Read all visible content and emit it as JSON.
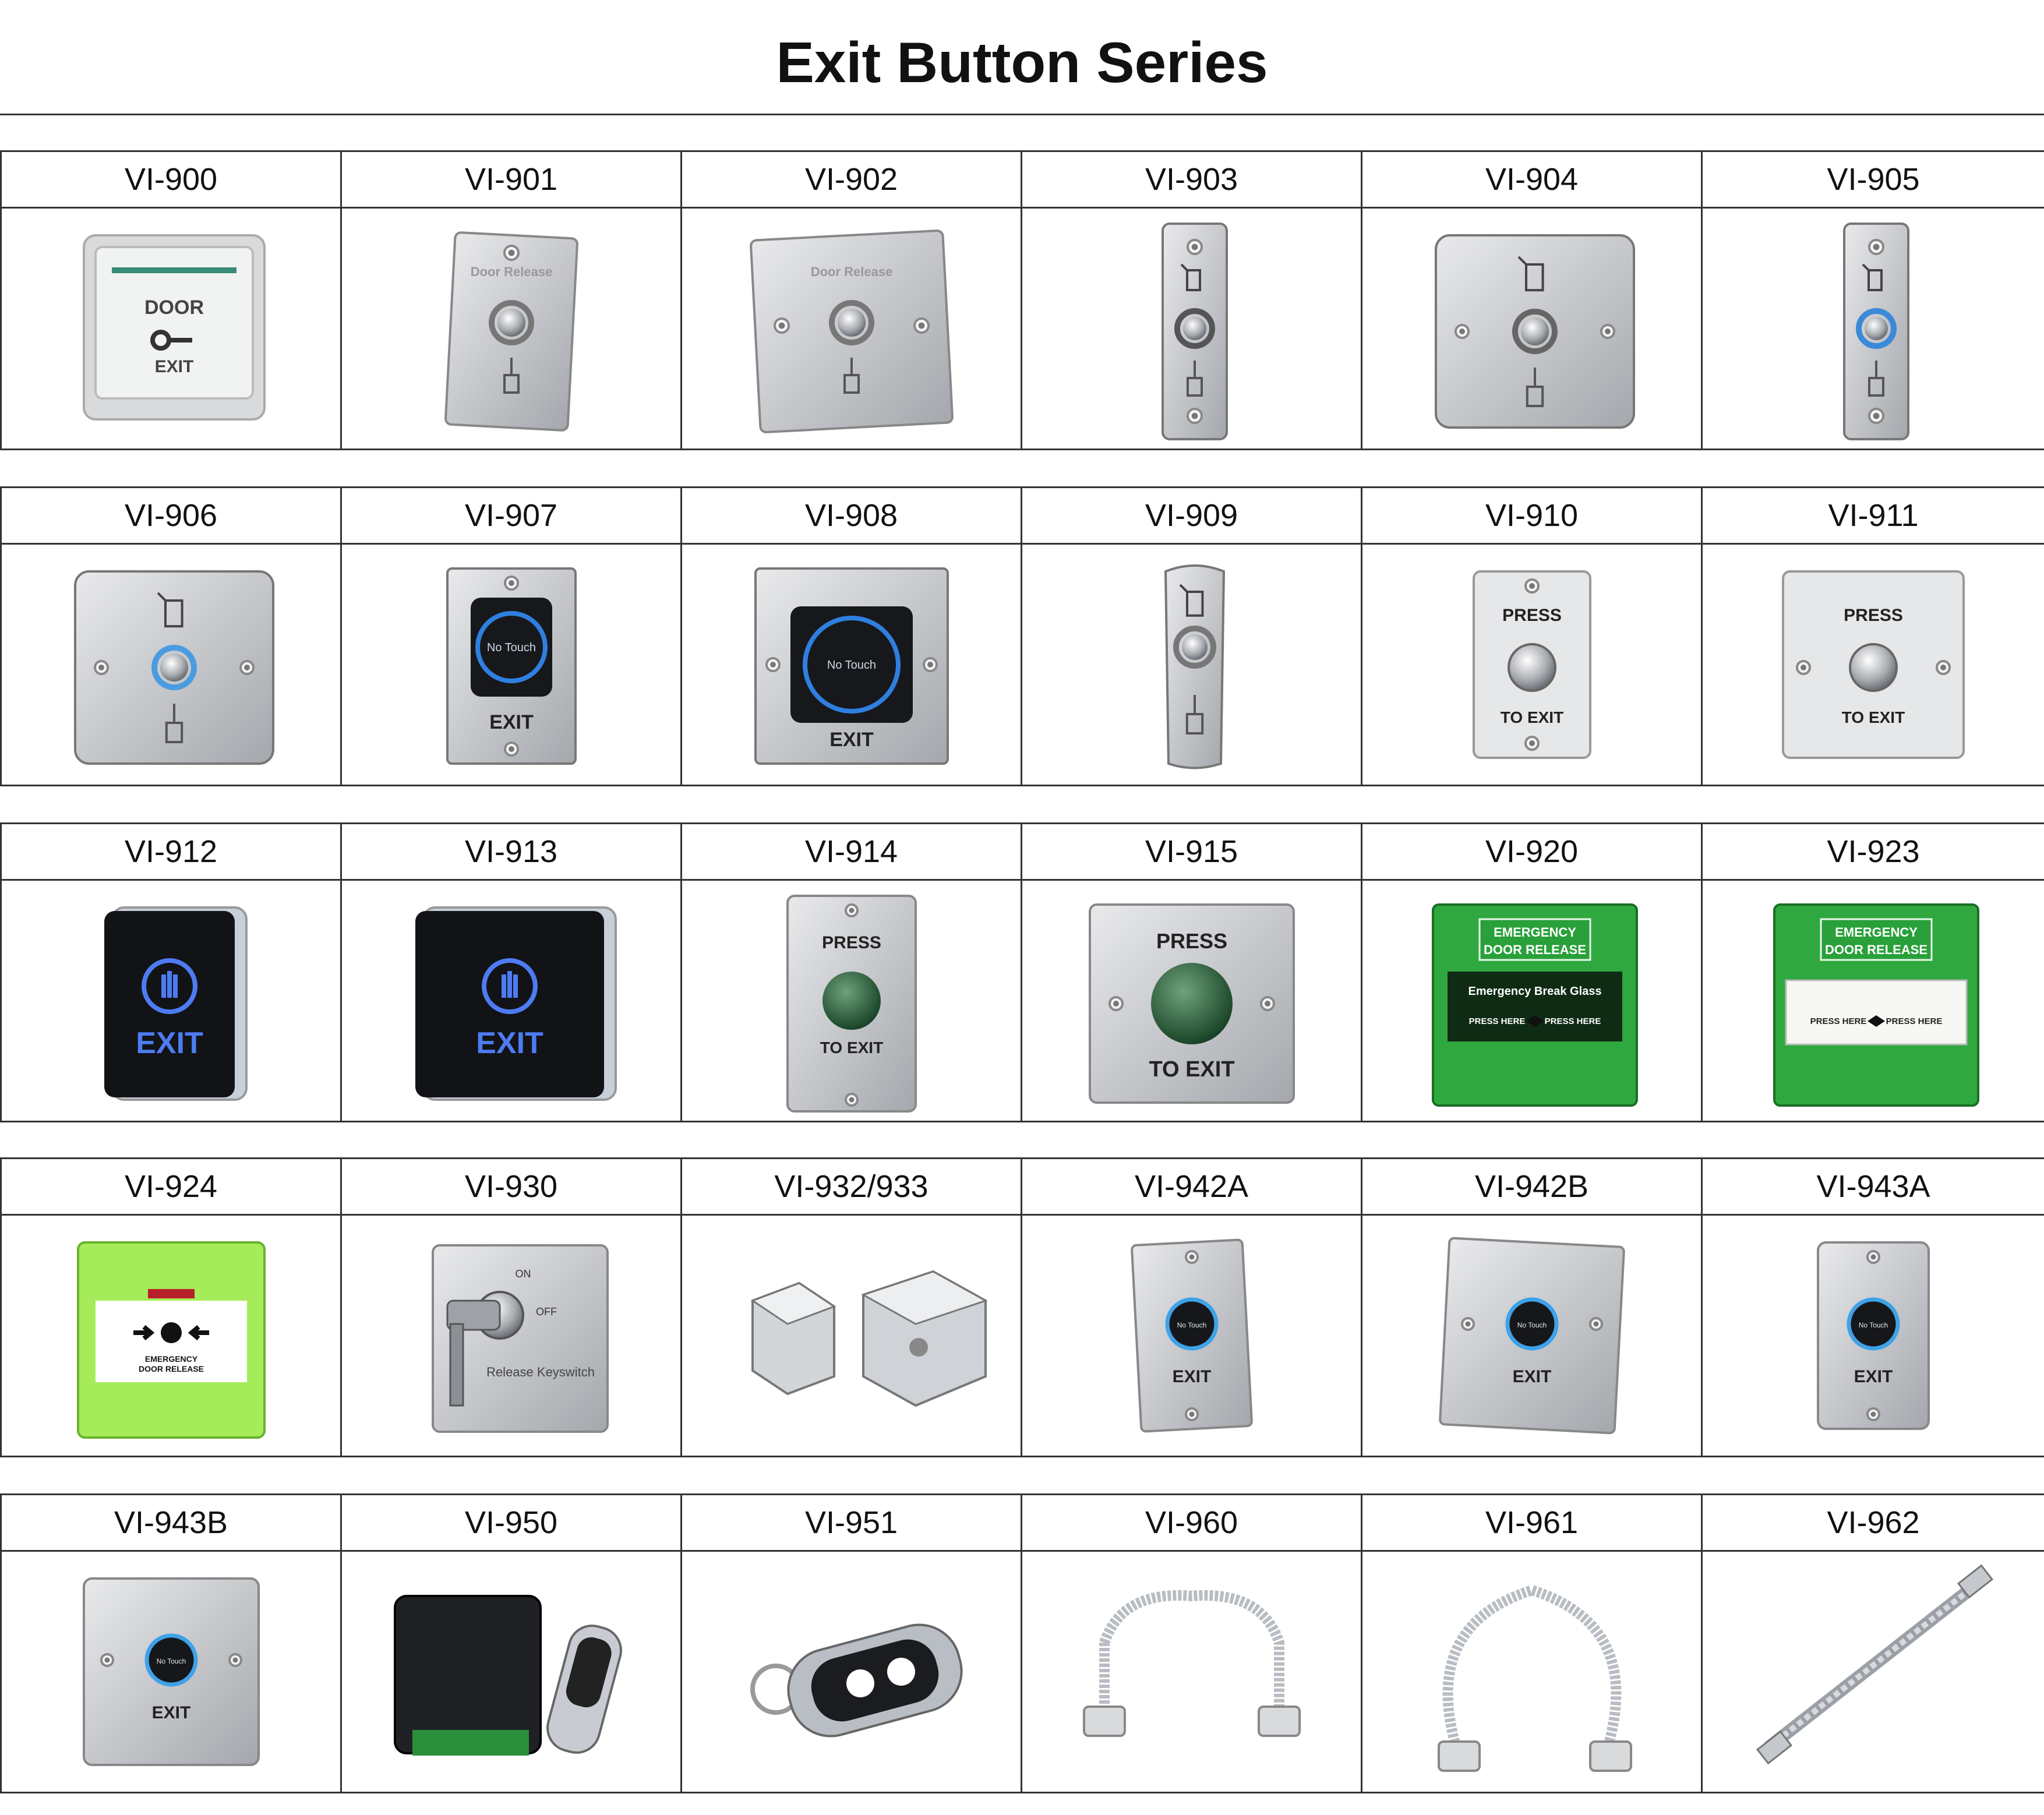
{
  "title": "Exit Button Series",
  "rows": [
    [
      {
        "model": "VI-900",
        "kind": "plastic-door-exit",
        "t1": "DOOR",
        "t2": "EXIT"
      },
      {
        "model": "VI-901",
        "kind": "narrow-steel",
        "t1": "Door Release"
      },
      {
        "model": "VI-902",
        "kind": "square-steel",
        "t1": "Door Release"
      },
      {
        "model": "VI-903",
        "kind": "slim-steel"
      },
      {
        "model": "VI-904",
        "kind": "wide-steel"
      },
      {
        "model": "VI-905",
        "kind": "slim-steel-led"
      }
    ],
    [
      {
        "model": "VI-906",
        "kind": "wide-steel-led"
      },
      {
        "model": "VI-907",
        "kind": "no-touch-narrow",
        "t1": "No Touch",
        "t2": "EXIT"
      },
      {
        "model": "VI-908",
        "kind": "no-touch-square",
        "t1": "No Touch",
        "t2": "EXIT"
      },
      {
        "model": "VI-909",
        "kind": "curved-steel"
      },
      {
        "model": "VI-910",
        "kind": "press-narrow",
        "t1": "PRESS",
        "t2": "TO EXIT"
      },
      {
        "model": "VI-911",
        "kind": "press-wide",
        "t1": "PRESS",
        "t2": "TO EXIT"
      }
    ],
    [
      {
        "model": "VI-912",
        "kind": "touch-narrow",
        "t2": "EXIT"
      },
      {
        "model": "VI-913",
        "kind": "touch-square",
        "t2": "EXIT"
      },
      {
        "model": "VI-914",
        "kind": "press-green-narrow",
        "t1": "PRESS",
        "t2": "TO EXIT"
      },
      {
        "model": "VI-915",
        "kind": "press-green-square",
        "t1": "PRESS",
        "t2": "TO EXIT"
      },
      {
        "model": "VI-920",
        "kind": "emergency-green",
        "t1": "EMERGENCY",
        "t2": "DOOR RELEASE",
        "t3": "Emergency Break Glass",
        "t4": "PRESS HERE"
      },
      {
        "model": "VI-923",
        "kind": "emergency-green-2",
        "t1": "EMERGENCY",
        "t2": "DOOR RELEASE",
        "t4": "PRESS HERE"
      }
    ],
    [
      {
        "model": "VI-924",
        "kind": "emergency-lime",
        "t1": "EMERGENCY",
        "t2": "DOOR RELEASE"
      },
      {
        "model": "VI-930",
        "kind": "keyswitch",
        "t1": "ON",
        "t2": "OFF",
        "t3": "Release Keyswitch"
      },
      {
        "model": "VI-932/933",
        "kind": "backbox"
      },
      {
        "model": "VI-942A",
        "kind": "no-touch-steel-narrow",
        "t1": "No Touch",
        "t2": "EXIT"
      },
      {
        "model": "VI-942B",
        "kind": "no-touch-steel-square",
        "t1": "No Touch",
        "t2": "EXIT"
      },
      {
        "model": "VI-943A",
        "kind": "no-touch-flat-narrow",
        "t1": "No Touch",
        "t2": "EXIT"
      }
    ],
    [
      {
        "model": "VI-943B",
        "kind": "no-touch-flat-square",
        "t1": "No Touch",
        "t2": "EXIT"
      },
      {
        "model": "VI-950",
        "kind": "receiver-remote"
      },
      {
        "model": "VI-951",
        "kind": "remote-fob"
      },
      {
        "model": "VI-960",
        "kind": "door-loop-short"
      },
      {
        "model": "VI-961",
        "kind": "door-loop-long"
      },
      {
        "model": "VI-962",
        "kind": "door-loop-concealed"
      }
    ]
  ]
}
